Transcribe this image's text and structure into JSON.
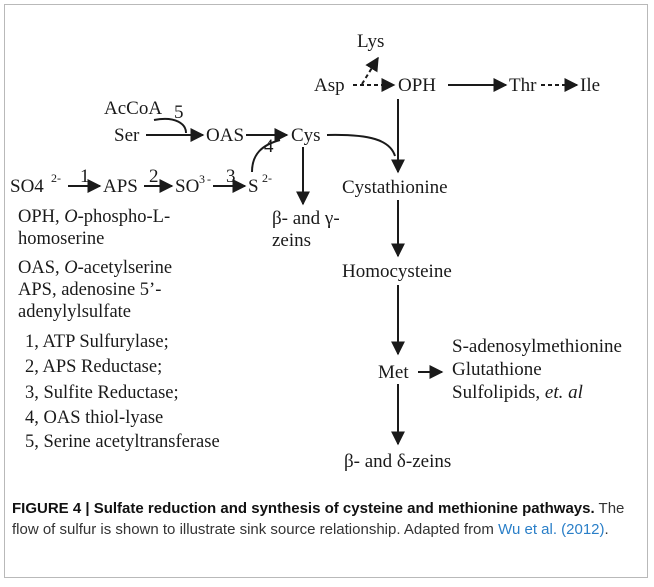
{
  "diagram": {
    "nodes": {
      "lys": "Lys",
      "asp": "Asp",
      "oph": "OPH",
      "thr": "Thr",
      "ile": "Ile",
      "acoa": "AcCoA",
      "ser": "Ser",
      "oas": "OAS",
      "cys": "Cys",
      "so4": "SO4",
      "so4_charge": "2-",
      "aps": "APS",
      "so3": "SO",
      "so3_sub": "3",
      "so3_charge": "-",
      "s": "S",
      "s_charge": "2-",
      "cystathionine": "Cystathionine",
      "homocysteine": "Homocysteine",
      "met": "Met",
      "beta_gamma_1": "β- and γ-",
      "beta_gamma_2": "zeins",
      "beta_delta": "β- and δ-zeins",
      "products_1": "S-adenosylmethionine",
      "products_2": "Glutathione",
      "products_3": "Sulfolipids,",
      "products_3_italic": "et. al"
    },
    "steps": {
      "s1": "1",
      "s2": "2",
      "s3": "3",
      "s4": "4",
      "s5": "5"
    }
  },
  "legend": {
    "oph_1_pre": "OPH, ",
    "oph_1_italic": "O",
    "oph_1_post": "-phospho-L-",
    "oph_2": "homoserine",
    "oas_pre": "OAS, ",
    "oas_italic": "O",
    "oas_post": "-acetylserine",
    "aps_1": "APS, adenosine 5’-",
    "aps_2": "adenylylsulfate",
    "enz_1": "1, ATP Sulfurylase;",
    "enz_2": "2, APS Reductase;",
    "enz_3": "3, Sulfite Reductase;",
    "enz_4": "4, OAS thiol-lyase",
    "enz_5": "5, Serine acetyltransferase"
  },
  "caption": {
    "bold": "FIGURE 4 | Sulfate reduction and synthesis of cysteine and methionine pathways.",
    "text": " The flow of sulfur is shown to illustrate sink source relationship. Adapted from ",
    "cite": "Wu et al. (2012)",
    "end": "."
  }
}
